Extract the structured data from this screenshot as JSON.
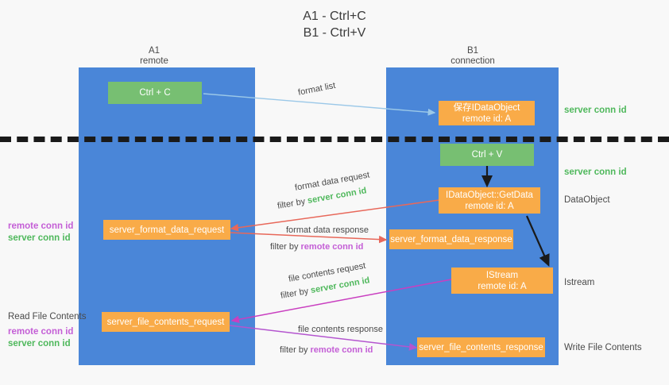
{
  "title": {
    "line1": "A1 - Ctrl+C",
    "line2": "B1 - Ctrl+V"
  },
  "lanes": [
    {
      "name": "A1",
      "sub": "remote"
    },
    {
      "name": "B1",
      "sub": "connection"
    }
  ],
  "boxes": {
    "ctrl_c": {
      "line1": "Ctrl + C"
    },
    "save_idataobject": {
      "line1": "保存IDataObject",
      "line2": "remote id: A"
    },
    "ctrl_v": {
      "line1": "Ctrl + V"
    },
    "getdata": {
      "line1": "IDataObject::GetData",
      "line2": "remote id: A"
    },
    "istream": {
      "line1": "IStream",
      "line2": "remote id: A"
    },
    "server_format_data_request": {
      "line1": "server_format_data_request"
    },
    "server_format_data_response": {
      "line1": "server_format_data_response"
    },
    "server_file_contents_request": {
      "line1": "server_file_contents_request"
    },
    "server_file_contents_response": {
      "line1": "server_file_contents_response"
    }
  },
  "edges": {
    "format_list": "format list",
    "format_data_request": "format data request",
    "format_data_request_filter_prefix": "filter by ",
    "format_data_request_filter_tag": "server conn id",
    "format_data_response": "format data response",
    "format_data_response_filter_prefix": "filter by ",
    "format_data_response_filter_tag": "remote conn id",
    "file_contents_request": "file contents request",
    "file_contents_request_filter_prefix": "filter by ",
    "file_contents_request_filter_tag": "server conn id",
    "file_contents_response": "file contents response",
    "file_contents_response_filter_prefix": "filter by ",
    "file_contents_response_filter_tag": "remote conn id"
  },
  "right_labels": {
    "server_conn_id_top": "server conn id",
    "server_conn_id_mid": "server conn id",
    "dataobject": "DataObject",
    "istream": "Istream",
    "write_file_contents": "Write File Contents"
  },
  "left_labels": {
    "remote_conn_id_1": "remote conn id",
    "server_conn_id_1": "server conn id",
    "read_file_contents": "Read File Contents",
    "remote_conn_id_2": "remote conn id",
    "server_conn_id_2": "server conn id"
  },
  "colors": {
    "lane": "#4a86d8",
    "orange": "#f9ab48",
    "green": "#77bf72",
    "tag_green": "#4fb85c",
    "tag_purple": "#c45ed6",
    "arrow_blue": "#9bc8e8",
    "arrow_red": "#e8685a",
    "arrow_magenta": "#c93fc0",
    "arrow_purple": "#b455cf",
    "arrow_black": "#1a1a1a"
  }
}
